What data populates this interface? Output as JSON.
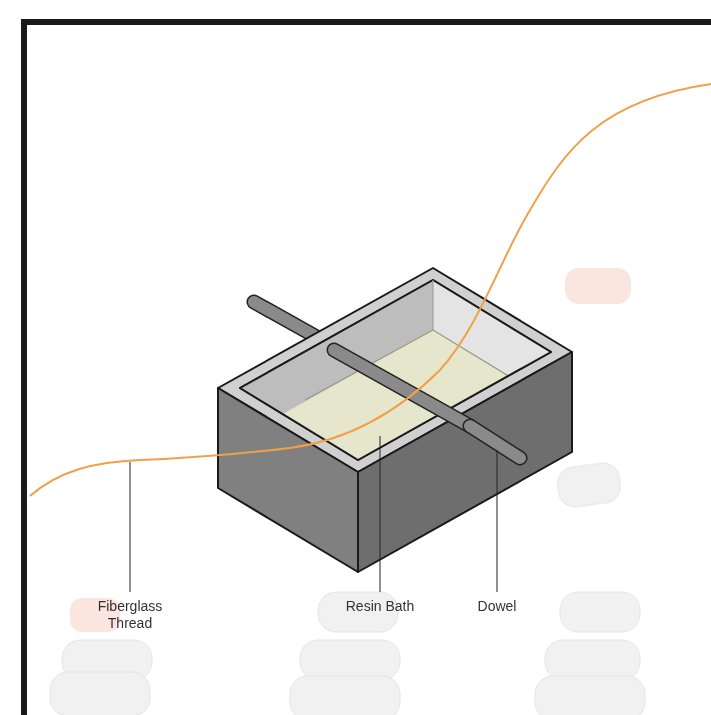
{
  "diagram": {
    "labels": [
      "Fiberglass Thread",
      "Resin Bath",
      "Dowel"
    ]
  }
}
